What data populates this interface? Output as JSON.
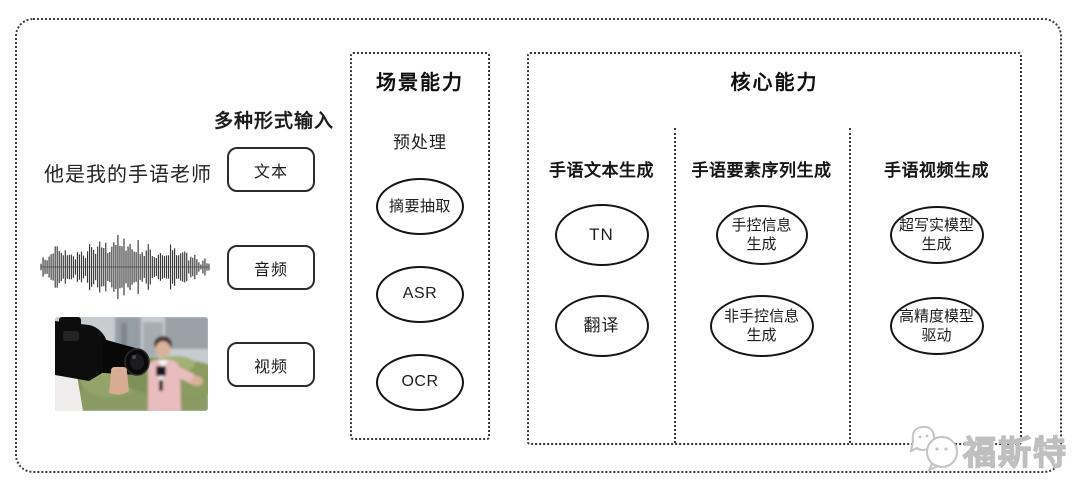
{
  "colors": {
    "outline": "#3c3c3c",
    "node_border": "#151515",
    "text": "#1d1d1d",
    "watermark_gray": "#c2c2c2"
  },
  "input_section": {
    "label": "多种形式输入",
    "sample_text": "他是我的手语老师",
    "types": [
      "文本",
      "音频",
      "视频"
    ],
    "icons": [
      "audio-waveform-icon",
      "reporter-video-thumbnail"
    ]
  },
  "scene_box": {
    "title": "场景能力",
    "subtitle": "预处理",
    "nodes": [
      "摘要抽取",
      "ASR",
      "OCR"
    ]
  },
  "core_box": {
    "title": "核心能力",
    "columns": [
      {
        "header": "手语文本生成",
        "nodes": [
          "TN",
          "翻译"
        ]
      },
      {
        "header": "手语要素序列生成",
        "nodes": [
          [
            "手控信息",
            "生成"
          ],
          [
            "非手控信息",
            "生成"
          ]
        ]
      },
      {
        "header": "手语视频生成",
        "nodes": [
          [
            "超写实模型",
            "生成"
          ],
          [
            "高精度模型",
            "驱动"
          ]
        ]
      }
    ]
  },
  "watermark": {
    "text": "福斯特"
  }
}
